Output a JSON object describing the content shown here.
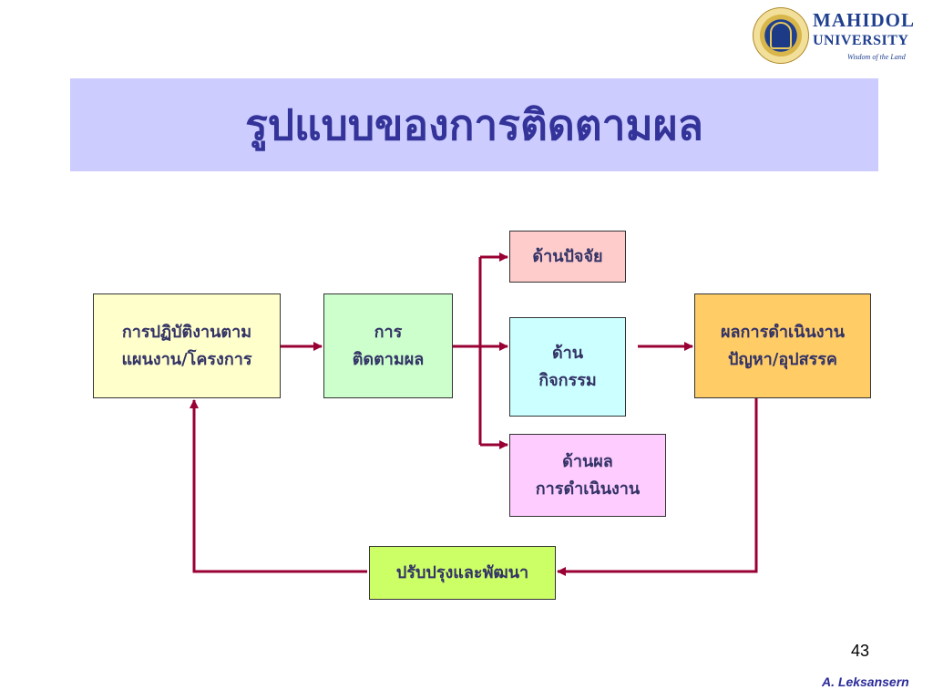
{
  "logo": {
    "name": "MAHIDOL",
    "sub": "UNIVERSITY",
    "tagline": "Wisdom of the Land"
  },
  "title": "รูปแบบของการติดตามผล",
  "nodes": {
    "plan": [
      "การปฏิบัติงานตาม",
      "แผนงาน/โครงการ"
    ],
    "monitor": [
      "การ",
      "ติดตามผล"
    ],
    "factor": [
      "ด้านปัจจัย"
    ],
    "activity": [
      "ด้าน",
      "กิจกรรม"
    ],
    "performance": [
      "ด้านผล",
      "การดำเนินงาน"
    ],
    "result": [
      "ผลการดำเนินงาน",
      "ปัญหา/อุปสรรค"
    ],
    "improve": [
      "ปรับปรุงและพัฒนา"
    ]
  },
  "colors": {
    "arrow": "#990033",
    "title_band": "#ccccff",
    "title_text": "#333399"
  },
  "footer": {
    "page_number": "43",
    "author": "A. Leksansern"
  }
}
